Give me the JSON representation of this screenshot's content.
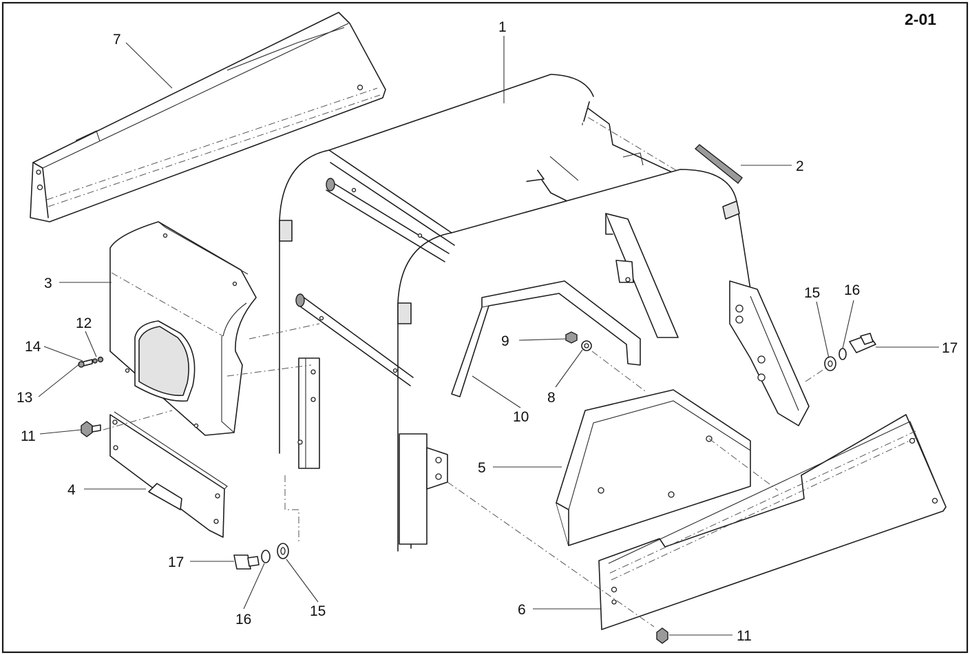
{
  "page_number": "2-01",
  "callouts": {
    "c1": "1",
    "c2": "2",
    "c3": "3",
    "c4": "4",
    "c5": "5",
    "c6": "6",
    "c7": "7",
    "c8": "8",
    "c9": "9",
    "c10": "10",
    "c11a": "11",
    "c11b": "11",
    "c12": "12",
    "c13": "13",
    "c14": "14",
    "c15a": "15",
    "c15b": "15",
    "c16a": "16",
    "c16b": "16",
    "c17a": "17",
    "c17b": "17"
  }
}
